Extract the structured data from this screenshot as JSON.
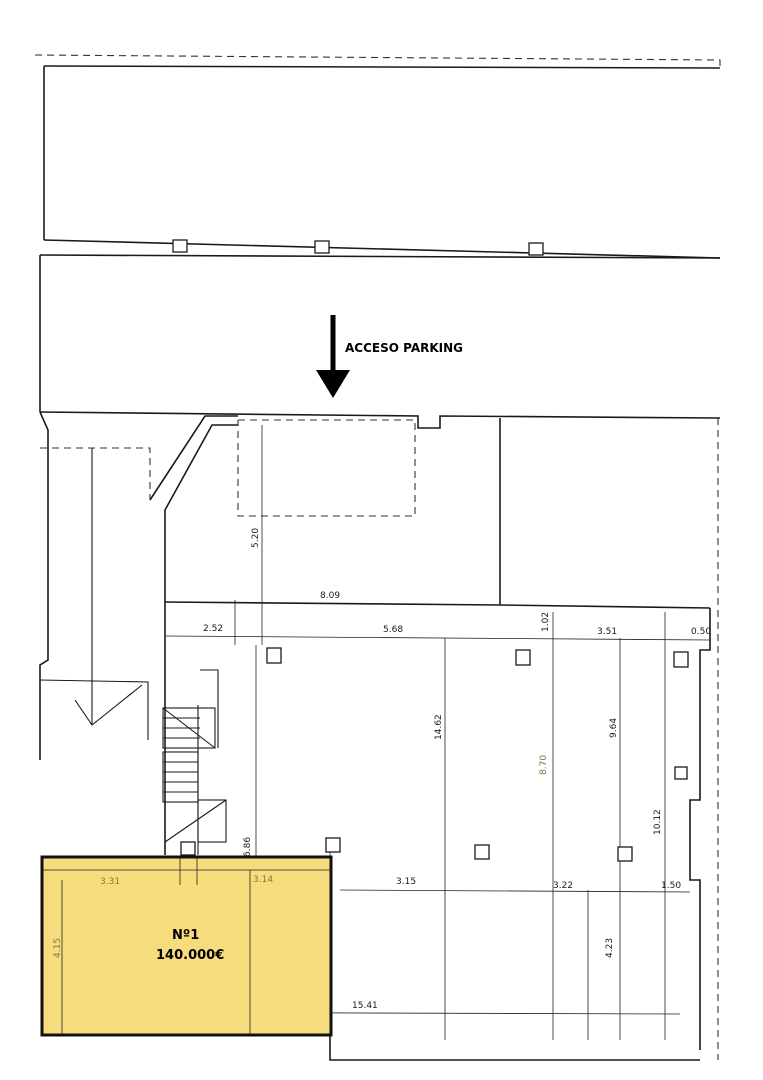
{
  "access_label": "ACCESO PARKING",
  "unit": {
    "name": "Nº1",
    "price": "140.000€",
    "highlight_color": "#f7dc7e"
  },
  "dimensions": {
    "d_5_20": "5.20",
    "d_8_09": "8.09",
    "d_2_52": "2.52",
    "d_5_68": "5.68",
    "d_1_02": "1.02",
    "d_3_51": "3.51",
    "d_0_50": "0.50",
    "d_14_62": "14.62",
    "d_8_70": "8.70",
    "d_9_64": "9.64",
    "d_10_12": "10.12",
    "d_6_86": "6.86",
    "d_3_31": "3.31",
    "d_3_14": "3.14",
    "d_3_15": "3.15",
    "d_3_22": "3.22",
    "d_1_50": "1.50",
    "d_4_15": "4.15",
    "d_4_23": "4.23",
    "d_15_41": "15.41"
  }
}
